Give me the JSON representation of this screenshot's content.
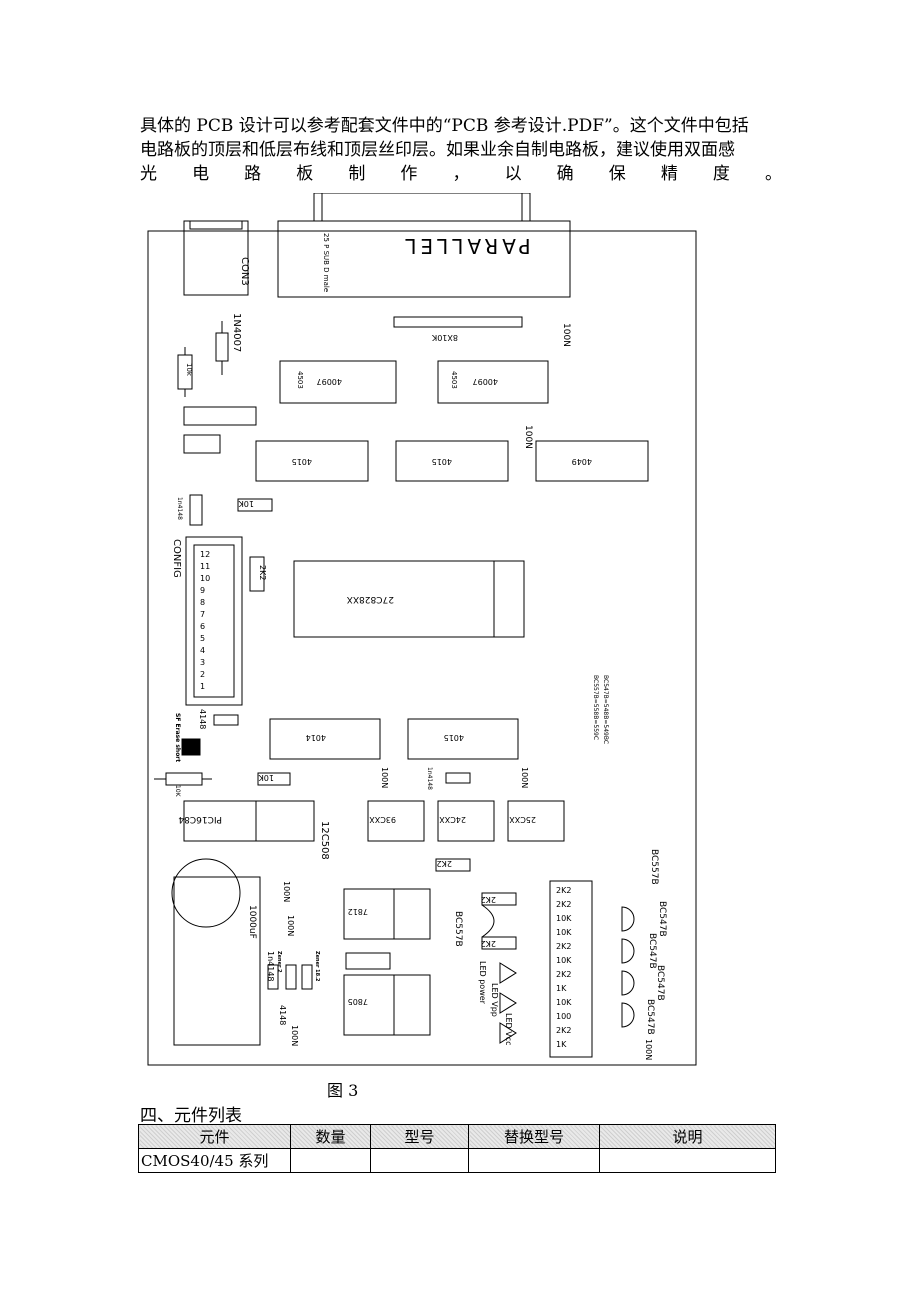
{
  "intro": {
    "line1": "具体的 PCB 设计可以参考配套文件中的“PCB 参考设计.PDF”。这个文件中包括",
    "line2": "电路板的顶层和低层布线和顶层丝印层。如果业余自制电路板，建议使用双面感",
    "line3": "光电路板制作，以确保精度。"
  },
  "figure": {
    "caption": "图 3",
    "labels": {
      "conn": "CON3",
      "parallel": "PARALLEL",
      "subd": "25 P SUB D male",
      "diode_1n4007": "1N4007",
      "r_10k_top": "10k",
      "r_8x10k": "8X10K",
      "c_100n_a": "100N",
      "ic_4503_a": "4503",
      "ic_40097_a": "40097",
      "ic_4503_b": "4503",
      "ic_40097_b": "40097",
      "ic_4015_a": "4015",
      "ic_4015_b": "4015",
      "ic_4049": "4049",
      "c_100n_b": "100N",
      "d_1n4148_a": "1n4148",
      "r_10k_b": "10K",
      "config": "CONFIG",
      "r_2k2_a": "2K2",
      "ic_27c": "27C828XX",
      "bc_note1": "BC557B=558B=559C",
      "bc_note2": "BC547B=548B=549BC",
      "d_4148": "4148",
      "sf_erase": "SF Erase short",
      "r_10k_c": "10K",
      "ic_4014": "4014",
      "ic_4015_c": "4015",
      "r_10k_d": "10K",
      "c_100n_c": "100N",
      "d_1n4148_b": "1n4148",
      "c_100n_d": "100N",
      "ic_pic16c84": "PIC16C84",
      "ic_93cxx": "93CXX",
      "ic_24cxx": "24CXX",
      "ic_25cxx": "25CXX",
      "ic_12c508": "12C508",
      "r_2k2_b": "2K2",
      "c_1000uf": "1000uF",
      "c_100n_e": "100N",
      "c_100n_f": "100N",
      "d_1n4148_c": "1n4148",
      "zener2": "Zener 2",
      "zener182": "Zener 18.2",
      "reg_7812": "7812",
      "reg_7805": "7805",
      "bc557b_a": "BC557B",
      "bc557b_b": "BC557B",
      "bc547b_a": "BC547B",
      "bc547b_b": "BC547B",
      "bc547b_c": "BC547B",
      "bc547b_d": "BC547B",
      "r_2k2_c": "2K2",
      "r_2k2_d": "2K2",
      "led_power": "LED power",
      "led_vpp": "LED Vpp",
      "led_vcc": "LED Vcc",
      "d_4148_b": "4148",
      "c_100n_g": "100N",
      "c_100n_h": "100N",
      "config_nums": [
        "12",
        "11",
        "10",
        "9",
        "8",
        "7",
        "6",
        "5",
        "4",
        "3",
        "2",
        "1"
      ],
      "right_resistors": [
        "2K2",
        "2K2",
        "10K",
        "10K",
        "2K2",
        "10K",
        "2K2",
        "1K",
        "10K",
        "100",
        "2K2",
        "1K"
      ]
    }
  },
  "section": {
    "title": "四、元件列表"
  },
  "table": {
    "headers": [
      "元件",
      "数量",
      "型号",
      "替换型号",
      "说明"
    ],
    "rows": [
      [
        "CMOS40/45 系列",
        "",
        "",
        "",
        ""
      ]
    ]
  }
}
